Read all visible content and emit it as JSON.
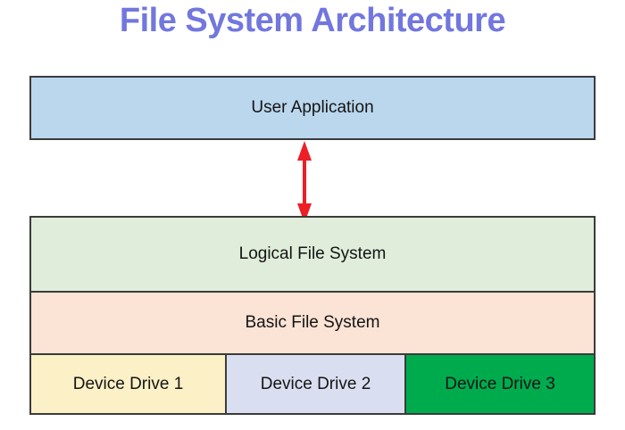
{
  "title": "File System Architecture",
  "colors": {
    "title": "#7277DE",
    "border": "#3B3B3B",
    "arrow": "#EC1F27",
    "user_application_fill": "#BBD7EE",
    "logical_file_system_fill": "#DFEDDA",
    "basic_file_system_fill": "#FBE3D5",
    "device_drive_1_fill": "#FBF0C6",
    "device_drive_2_fill": "#D9DFF0",
    "device_drive_3_fill": "#00AB4E"
  },
  "layers": {
    "user_application": {
      "label": "User Application"
    },
    "logical_file_system": {
      "label": "Logical File System"
    },
    "basic_file_system": {
      "label": "Basic File System"
    },
    "drives": [
      {
        "label": "Device Drive 1"
      },
      {
        "label": "Device Drive 2"
      },
      {
        "label": "Device Drive 3"
      }
    ]
  },
  "arrow": {
    "description": "bidirectional link between User Application and Logical File System"
  }
}
